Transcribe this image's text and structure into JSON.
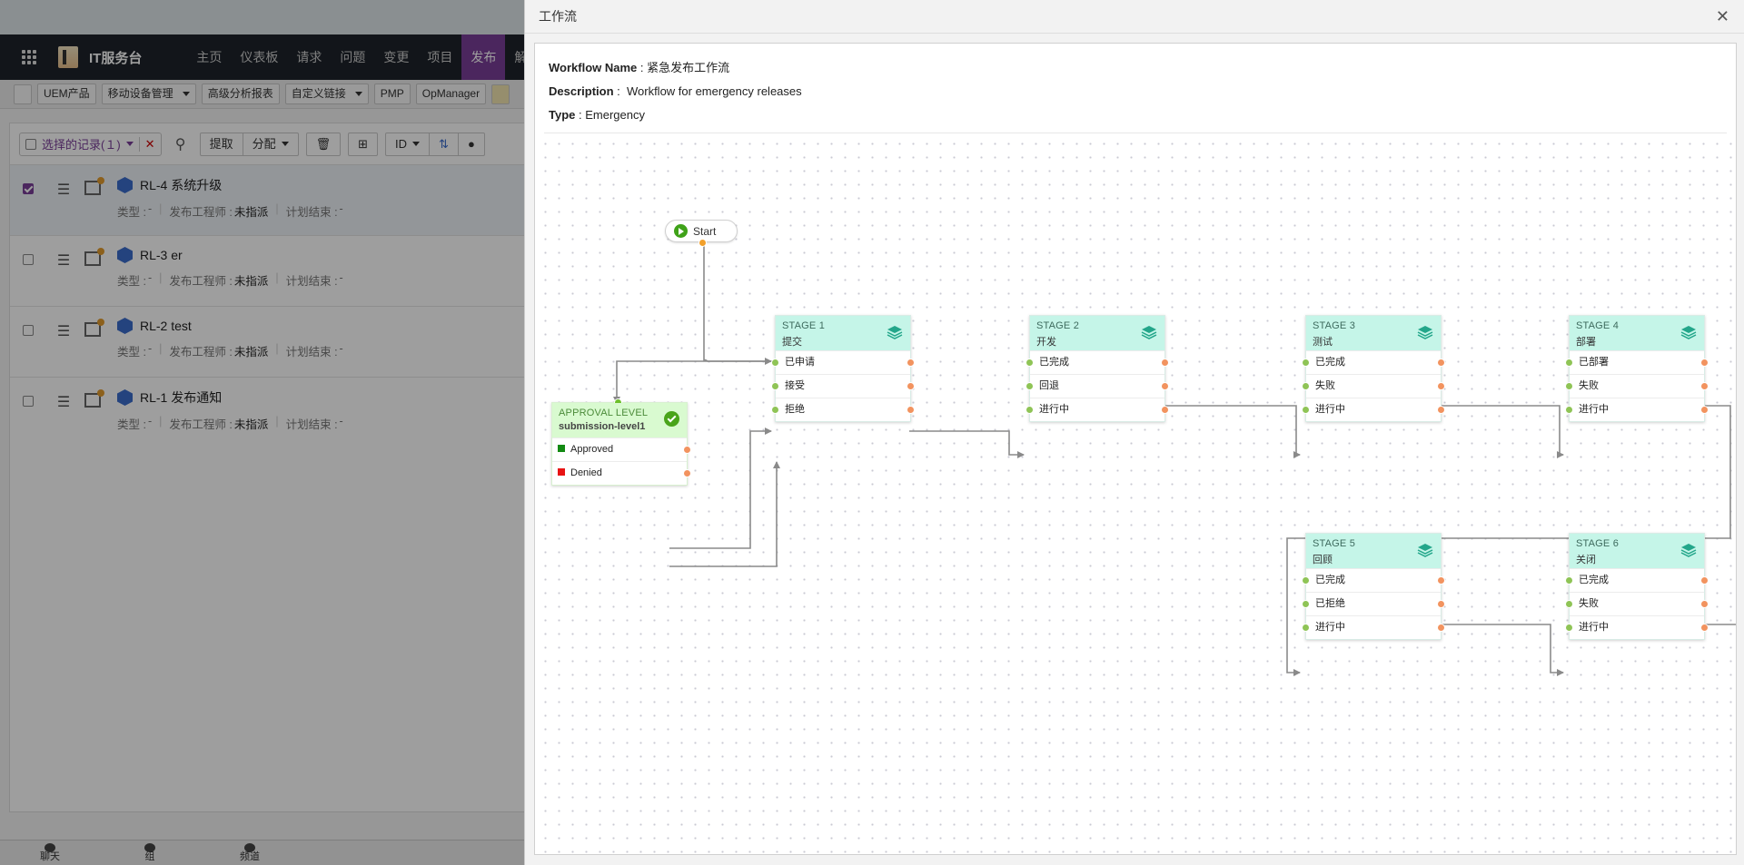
{
  "app": {
    "brand": "IT服务台",
    "nav": [
      "主页",
      "仪表板",
      "请求",
      "问题",
      "变更",
      "项目",
      "发布",
      "解决"
    ],
    "active_nav": "发布",
    "toolbar_links": [
      {
        "label": "UEM产品",
        "dropdown": false
      },
      {
        "label": "移动设备管理",
        "dropdown": true
      },
      {
        "label": "高级分析报表",
        "dropdown": false
      },
      {
        "label": "自定义链接",
        "dropdown": true
      },
      {
        "label": "PMP",
        "dropdown": false
      },
      {
        "label": "OpManager",
        "dropdown": false
      }
    ],
    "list_toolbar": {
      "selected_records": "选择的记录(１)",
      "pick_up": "提取",
      "assign": "分配",
      "sort_field": "ID"
    },
    "records": [
      {
        "id": "RL-4",
        "title": "RL-4 系统升级",
        "checked": true,
        "type_label": "类型 :",
        "type_value": "-",
        "engineer_label": "发布工程师 :",
        "engineer_value": "未指派",
        "end_label": "计划结束 :",
        "end_value": "-"
      },
      {
        "id": "RL-3",
        "title": "RL-3 er",
        "checked": false,
        "type_label": "类型 :",
        "type_value": "-",
        "engineer_label": "发布工程师 :",
        "engineer_value": "未指派",
        "end_label": "计划结束 :",
        "end_value": "-"
      },
      {
        "id": "RL-2",
        "title": "RL-2 test",
        "checked": false,
        "type_label": "类型 :",
        "type_value": "-",
        "engineer_label": "发布工程师 :",
        "engineer_value": "未指派",
        "end_label": "计划结束 :",
        "end_value": "-"
      },
      {
        "id": "RL-1",
        "title": "RL-1 发布通知",
        "checked": false,
        "type_label": "类型 :",
        "type_value": "-",
        "engineer_label": "发布工程师 :",
        "engineer_value": "未指派",
        "end_label": "计划结束 :",
        "end_value": "-"
      }
    ],
    "bottom_bar": [
      "聊天",
      "组",
      "频道"
    ]
  },
  "dialog": {
    "title": "工作流",
    "close_icon": "close-icon",
    "workflow_name_label": "Workflow Name",
    "workflow_name": "紧急发布工作流",
    "description_label": "Description",
    "description": "Workflow for emergency releases",
    "type_label": "Type",
    "type": "Emergency"
  },
  "workflow": {
    "start_label": "Start",
    "approval": {
      "header": "APPROVAL LEVEL",
      "name": "submission-level1",
      "ports": [
        {
          "label": "Approved",
          "color": "#138a13"
        },
        {
          "label": "Denied",
          "color": "#e81313"
        }
      ]
    },
    "stages": [
      {
        "header": "STAGE 1",
        "name": "提交",
        "ports": [
          "已申请",
          "接受",
          "拒绝"
        ]
      },
      {
        "header": "STAGE 2",
        "name": "开发",
        "ports": [
          "已完成",
          "回退",
          "进行中"
        ]
      },
      {
        "header": "STAGE 3",
        "name": "测试",
        "ports": [
          "已完成",
          "失败",
          "进行中"
        ]
      },
      {
        "header": "STAGE 4",
        "name": "部署",
        "ports": [
          "已部署",
          "失败",
          "进行中"
        ]
      },
      {
        "header": "STAGE 5",
        "name": "回顾",
        "ports": [
          "已完成",
          "已拒绝",
          "进行中"
        ]
      },
      {
        "header": "STAGE 6",
        "name": "关闭",
        "ports": [
          "已完成",
          "失败",
          "进行中"
        ]
      }
    ],
    "colors": {
      "stage_header": "#c5f5e8",
      "approval_header": "#d9fad0",
      "input_pin": "#8fc456",
      "output_pin": "#f2935f",
      "connector": "#8a8a8a"
    }
  }
}
